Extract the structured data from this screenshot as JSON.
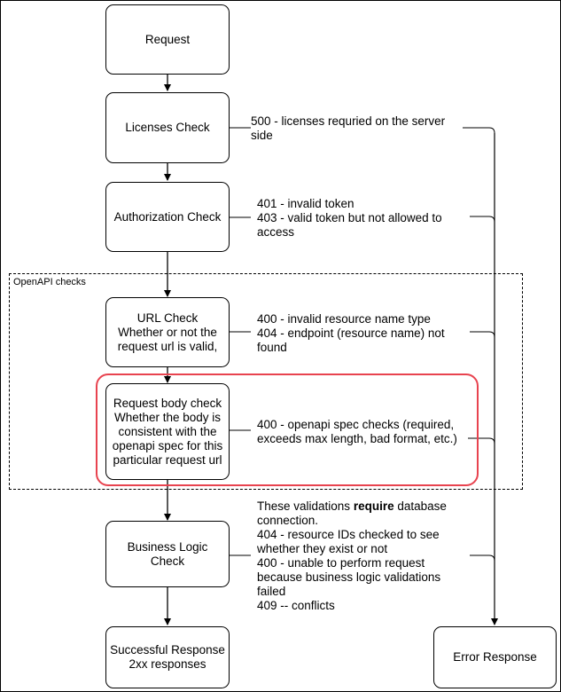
{
  "group": {
    "label": "OpenAPI checks"
  },
  "boxes": {
    "request": "Request",
    "licenses": "Licenses Check",
    "authorization": "Authorization Check",
    "url": "URL Check\nWhether or not the request url is valid,",
    "body": "Request body check\nWhether the body is consistent with the openapi spec for this particular request url",
    "business": "Business Logic Check",
    "success": "Successful Response\n2xx responses",
    "error": "Error Response"
  },
  "notes": {
    "licenses": "500 - licenses requried on the server\nside",
    "authorization": "401 - invalid token\n403 - valid token but not allowed to\naccess",
    "url": "400 - invalid resource name type\n404 - endpoint (resource name) not\nfound",
    "body": "400 - openapi spec checks (required,\nexceeds max length, bad format, etc.)",
    "business_pre": "These validations ",
    "business_bold": "require",
    "business_post": " database\nconnection.\n404 - resource IDs checked to see\nwhether they exist or not\n400 - unable to perform request\nbecause business logic validations\nfailed\n409 -- conflicts"
  },
  "colors": {
    "highlight": "#e8434f",
    "stroke": "#000000"
  }
}
